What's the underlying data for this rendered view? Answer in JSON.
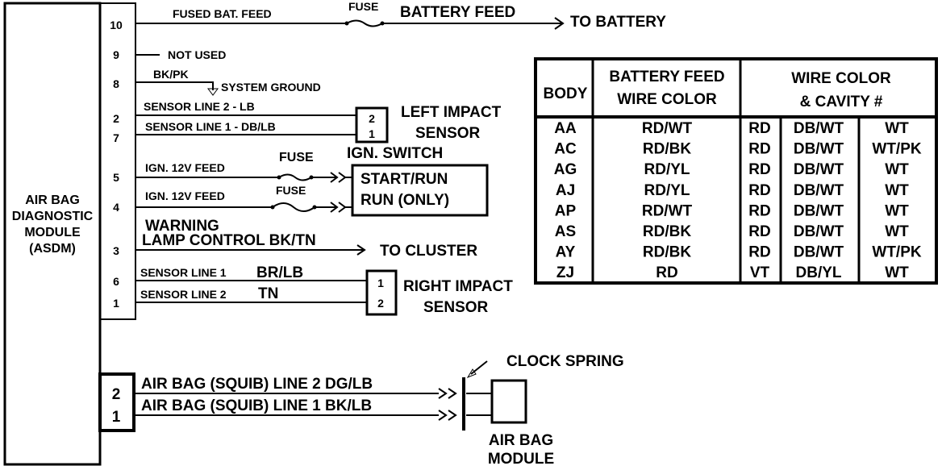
{
  "module": {
    "lines": [
      "AIR BAG",
      "DIAGNOSTIC",
      "MODULE",
      "(ASDM)"
    ]
  },
  "pins": {
    "p10": "10",
    "p9": "9",
    "p8": "8",
    "p2": "2",
    "p7": "7",
    "p5": "5",
    "p4": "4",
    "p3": "3",
    "p6": "6",
    "p1": "1"
  },
  "squib_connector": {
    "p2": "2",
    "p1": "1"
  },
  "wires": {
    "fused_bat_feed": "FUSED BAT. FEED",
    "fuse_label_battery": "FUSE",
    "battery_feed": "BATTERY FEED",
    "to_battery": "TO BATTERY",
    "not_used": "NOT USED",
    "bk_pk": "BK/PK",
    "system_ground": "SYSTEM GROUND",
    "sensor_line_2_lb": "SENSOR LINE 2 - LB",
    "sensor_line_1_dblb": "SENSOR LINE 1 - DB/LB",
    "ign_12v_feed_a": "IGN. 12V FEED",
    "ign_12v_feed_b": "IGN. 12V FEED",
    "fuse_a": "FUSE",
    "fuse_b": "FUSE",
    "warning": "WARNING",
    "lamp_control": "LAMP CONTROL  BK/TN",
    "to_cluster": "TO CLUSTER",
    "sensor_line_1_br": "SENSOR LINE 1",
    "br_lb": "BR/LB",
    "sensor_line_2_tn": "SENSOR LINE 2",
    "tn": "TN",
    "squib_line_2": "AIR BAG (SQUIB) LINE 2 DG/LB",
    "squib_line_1": "AIR BAG (SQUIB) LINE  1 BK/LB"
  },
  "components": {
    "left_sensor": {
      "pin_top": "2",
      "pin_bottom": "1",
      "label_1": "LEFT IMPACT",
      "label_2": "SENSOR"
    },
    "ign_switch": {
      "title": "IGN. SWITCH",
      "line_1": "START/RUN",
      "line_2": "RUN  (ONLY)"
    },
    "right_sensor": {
      "pin_top": "1",
      "pin_bottom": "2",
      "label_1": "RIGHT IMPACT",
      "label_2": "SENSOR"
    },
    "clock_spring": "CLOCK SPRING",
    "air_bag_module": {
      "line_1": "AIR BAG",
      "line_2": "MODULE"
    }
  },
  "table": {
    "headers": {
      "body": "BODY",
      "battery_feed_1": "BATTERY FEED",
      "battery_feed_2": "WIRE COLOR",
      "wire_color_1": "WIRE COLOR",
      "wire_color_2": "& CAVITY #"
    },
    "rows": [
      {
        "body": "AA",
        "feed": "RD/WT",
        "c1": "RD",
        "c2": "DB/WT",
        "c3": "WT"
      },
      {
        "body": "AC",
        "feed": "RD/BK",
        "c1": "RD",
        "c2": "DB/WT",
        "c3": "WT/PK"
      },
      {
        "body": "AG",
        "feed": "RD/YL",
        "c1": "RD",
        "c2": "DB/WT",
        "c3": "WT"
      },
      {
        "body": "AJ",
        "feed": "RD/YL",
        "c1": "RD",
        "c2": "DB/WT",
        "c3": "WT"
      },
      {
        "body": "AP",
        "feed": "RD/WT",
        "c1": "RD",
        "c2": "DB/WT",
        "c3": "WT"
      },
      {
        "body": "AS",
        "feed": "RD/BK",
        "c1": "RD",
        "c2": "DB/WT",
        "c3": "WT"
      },
      {
        "body": "AY",
        "feed": "RD/BK",
        "c1": "RD",
        "c2": "DB/WT",
        "c3": "WT/PK"
      },
      {
        "body": "ZJ",
        "feed": "RD",
        "c1": "VT",
        "c2": "DB/YL",
        "c3": "WT"
      }
    ]
  }
}
